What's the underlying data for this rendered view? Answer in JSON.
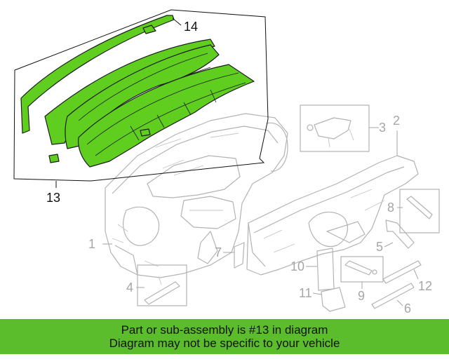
{
  "diagram": {
    "callouts": {
      "c1": "1",
      "c2": "2",
      "c3": "3",
      "c4": "4",
      "c5": "5",
      "c6": "6",
      "c7": "7",
      "c8": "8",
      "c9": "9",
      "c10": "10",
      "c11": "11",
      "c12": "12",
      "c13": "13",
      "c14": "14"
    },
    "highlighted_part": "13",
    "colors": {
      "highlight": "#5fce1f",
      "banner": "#5bbd2b",
      "ghost_lines": "#b3b3b3"
    }
  },
  "banner": {
    "line1": "Part or sub-assembly is #13 in diagram",
    "line2": "Diagram may not be specific to your vehicle"
  }
}
